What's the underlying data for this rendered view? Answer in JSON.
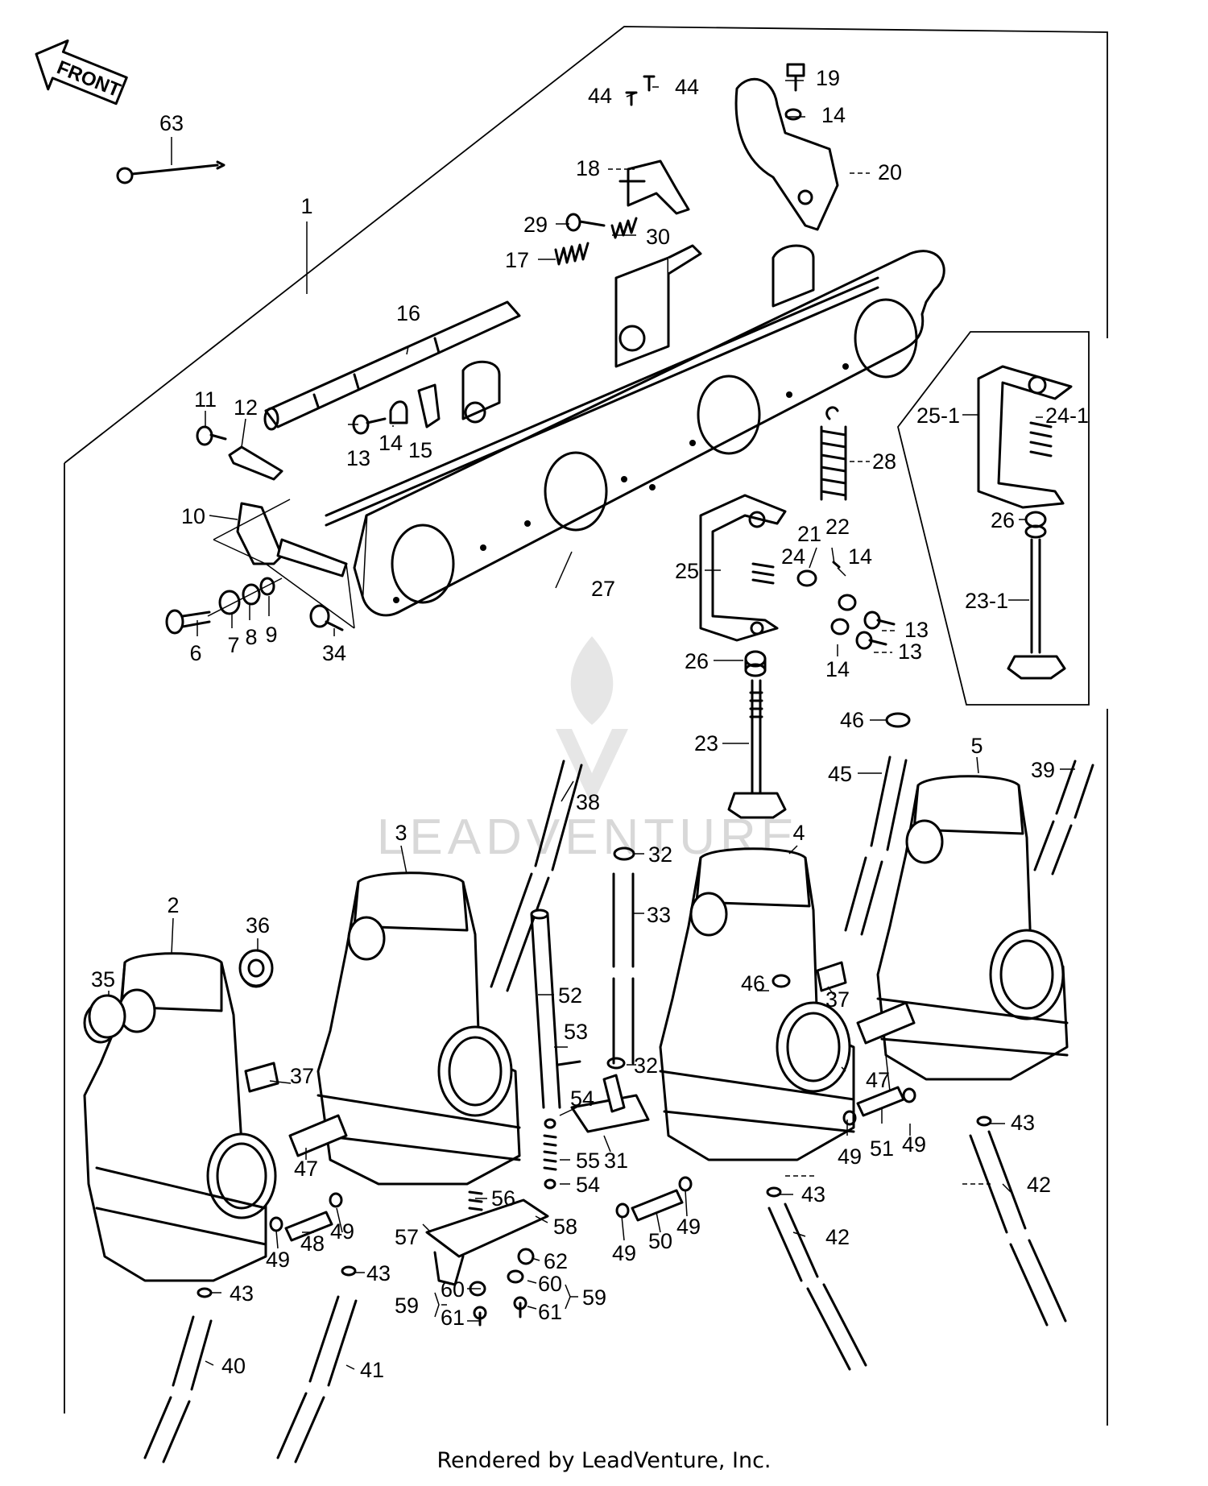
{
  "diagram": {
    "front_arrow_label": "FRONT",
    "watermark": "LEADVENTURE",
    "footer": "Rendered by LeadVenture, Inc.",
    "callouts": [
      {
        "id": "c63",
        "label": "63"
      },
      {
        "id": "c1",
        "label": "1"
      },
      {
        "id": "c44a",
        "label": "44"
      },
      {
        "id": "c44b",
        "label": "44"
      },
      {
        "id": "c19",
        "label": "19"
      },
      {
        "id": "c14a",
        "label": "14"
      },
      {
        "id": "c18",
        "label": "18"
      },
      {
        "id": "c20",
        "label": "20"
      },
      {
        "id": "c29",
        "label": "29"
      },
      {
        "id": "c30",
        "label": "30"
      },
      {
        "id": "c17",
        "label": "17"
      },
      {
        "id": "c16",
        "label": "16"
      },
      {
        "id": "c11",
        "label": "11"
      },
      {
        "id": "c12",
        "label": "12"
      },
      {
        "id": "c13a",
        "label": "13"
      },
      {
        "id": "c14b",
        "label": "14"
      },
      {
        "id": "c15",
        "label": "15"
      },
      {
        "id": "c10",
        "label": "10"
      },
      {
        "id": "c27",
        "label": "27"
      },
      {
        "id": "c6",
        "label": "6"
      },
      {
        "id": "c7",
        "label": "7"
      },
      {
        "id": "c8",
        "label": "8"
      },
      {
        "id": "c9",
        "label": "9"
      },
      {
        "id": "c34",
        "label": "34"
      },
      {
        "id": "c28",
        "label": "28"
      },
      {
        "id": "c21",
        "label": "21"
      },
      {
        "id": "c22",
        "label": "22"
      },
      {
        "id": "c24",
        "label": "24"
      },
      {
        "id": "c14c",
        "label": "14"
      },
      {
        "id": "c25",
        "label": "25"
      },
      {
        "id": "c13b",
        "label": "13"
      },
      {
        "id": "c13c",
        "label": "13"
      },
      {
        "id": "c14d",
        "label": "14"
      },
      {
        "id": "c26a",
        "label": "26"
      },
      {
        "id": "c25-1",
        "label": "25-1"
      },
      {
        "id": "c24-1",
        "label": "24-1"
      },
      {
        "id": "c26b",
        "label": "26"
      },
      {
        "id": "c23-1",
        "label": "23-1"
      },
      {
        "id": "c46a",
        "label": "46"
      },
      {
        "id": "c23",
        "label": "23"
      },
      {
        "id": "c45",
        "label": "45"
      },
      {
        "id": "c5",
        "label": "5"
      },
      {
        "id": "c39",
        "label": "39"
      },
      {
        "id": "c38",
        "label": "38"
      },
      {
        "id": "c3",
        "label": "3"
      },
      {
        "id": "c4",
        "label": "4"
      },
      {
        "id": "c32a",
        "label": "32"
      },
      {
        "id": "c33",
        "label": "33"
      },
      {
        "id": "c2",
        "label": "2"
      },
      {
        "id": "c36",
        "label": "36"
      },
      {
        "id": "c35",
        "label": "35"
      },
      {
        "id": "c52",
        "label": "52"
      },
      {
        "id": "c46b",
        "label": "46"
      },
      {
        "id": "c37a",
        "label": "37"
      },
      {
        "id": "c53",
        "label": "53"
      },
      {
        "id": "c37b",
        "label": "37"
      },
      {
        "id": "c32b",
        "label": "32"
      },
      {
        "id": "c47a",
        "label": "47"
      },
      {
        "id": "c54a",
        "label": "54"
      },
      {
        "id": "c31",
        "label": "31"
      },
      {
        "id": "c51",
        "label": "51"
      },
      {
        "id": "c49a",
        "label": "49"
      },
      {
        "id": "c49b",
        "label": "49"
      },
      {
        "id": "c43a",
        "label": "43"
      },
      {
        "id": "c47b",
        "label": "47"
      },
      {
        "id": "c55",
        "label": "55"
      },
      {
        "id": "c54b",
        "label": "54"
      },
      {
        "id": "c42a",
        "label": "42"
      },
      {
        "id": "c56",
        "label": "56"
      },
      {
        "id": "c43b",
        "label": "43"
      },
      {
        "id": "c57",
        "label": "57"
      },
      {
        "id": "c58",
        "label": "58"
      },
      {
        "id": "c49c",
        "label": "49"
      },
      {
        "id": "c50",
        "label": "50"
      },
      {
        "id": "c49d",
        "label": "49"
      },
      {
        "id": "c42b",
        "label": "42"
      },
      {
        "id": "c48",
        "label": "48"
      },
      {
        "id": "c49e",
        "label": "49"
      },
      {
        "id": "c49f",
        "label": "49"
      },
      {
        "id": "c62",
        "label": "62"
      },
      {
        "id": "c43c",
        "label": "43"
      },
      {
        "id": "c60a",
        "label": "60"
      },
      {
        "id": "c60b",
        "label": "60"
      },
      {
        "id": "c59a",
        "label": "59"
      },
      {
        "id": "c59b",
        "label": "59"
      },
      {
        "id": "c61a",
        "label": "61"
      },
      {
        "id": "c61b",
        "label": "61"
      },
      {
        "id": "c43d",
        "label": "43"
      },
      {
        "id": "c40",
        "label": "40"
      },
      {
        "id": "c41",
        "label": "41"
      }
    ]
  }
}
